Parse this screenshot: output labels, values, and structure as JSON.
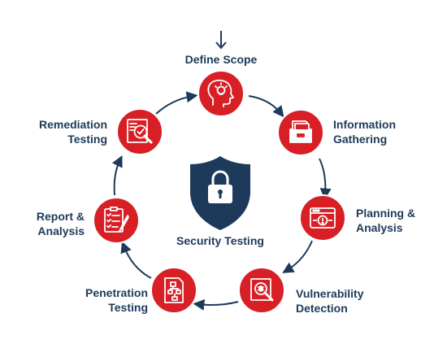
{
  "diagram": {
    "center_title": "Security Testing",
    "colors": {
      "navy": "#1d3a5a",
      "red": "#d81f26",
      "white": "#ffffff"
    },
    "steps": [
      {
        "line1": "Define Scope",
        "line2": "",
        "icon": "head-lightbulb-icon"
      },
      {
        "line1": "Information",
        "line2": "Gathering",
        "icon": "file-cabinet-icon"
      },
      {
        "line1": "Planning &",
        "line2": "Analysis",
        "icon": "browser-alert-icon"
      },
      {
        "line1": "Vulnerability",
        "line2": "Detection",
        "icon": "bug-magnifier-icon"
      },
      {
        "line1": "Penetration",
        "line2": "Testing",
        "icon": "flowchart-document-icon"
      },
      {
        "line1": "Report &",
        "line2": "Analysis",
        "icon": "checklist-pen-icon"
      },
      {
        "line1": "Remediation",
        "line2": "Testing",
        "icon": "document-search-icon"
      }
    ]
  }
}
